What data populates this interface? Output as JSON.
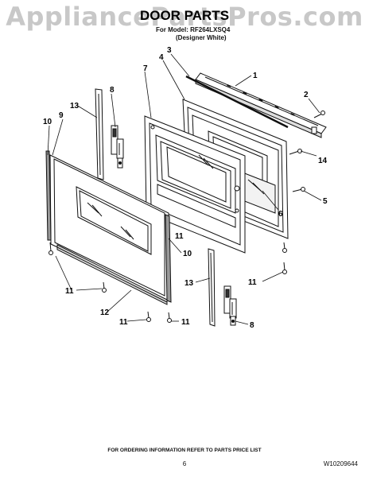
{
  "watermark": "AppliancePartsPros.com",
  "header": {
    "title": "DOOR PARTS",
    "model_line": "For Model: RF264LXSQ4",
    "variant_line": "(Designer White)"
  },
  "callouts": [
    "1",
    "2",
    "3",
    "4",
    "5",
    "6",
    "7",
    "8",
    "8",
    "9",
    "10",
    "10",
    "11",
    "11",
    "11",
    "11",
    "11",
    "12",
    "13",
    "13",
    "14"
  ],
  "footer": {
    "ordering_note": "FOR ORDERING INFORMATION REFER TO PARTS PRICE LIST",
    "page_number": "6",
    "doc_code": "W10209644"
  }
}
